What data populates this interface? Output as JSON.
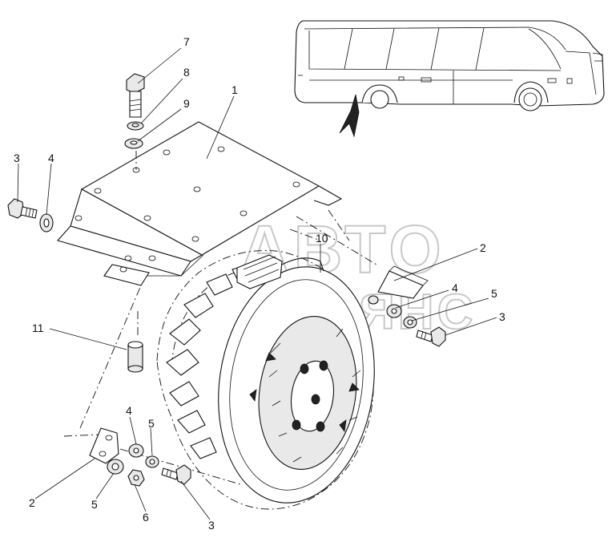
{
  "watermark": {
    "line1": "АВТО",
    "line2": "АЛЬЯНС",
    "color": "#c8c8c8"
  },
  "labels": [
    {
      "id": "callout-7",
      "text": "7"
    },
    {
      "id": "callout-8",
      "text": "8"
    },
    {
      "id": "callout-9",
      "text": "9"
    },
    {
      "id": "callout-1",
      "text": "1"
    },
    {
      "id": "callout-3-left",
      "text": "3"
    },
    {
      "id": "callout-4-left",
      "text": "4"
    },
    {
      "id": "callout-10",
      "text": "10"
    },
    {
      "id": "callout-2-right",
      "text": "2"
    },
    {
      "id": "callout-4-right",
      "text": "4"
    },
    {
      "id": "callout-5-right",
      "text": "5"
    },
    {
      "id": "callout-3-right",
      "text": "3"
    },
    {
      "id": "callout-11",
      "text": "11"
    },
    {
      "id": "callout-4-bottom",
      "text": "4"
    },
    {
      "id": "callout-5-bottom",
      "text": "5"
    },
    {
      "id": "callout-2-bottom",
      "text": "2"
    },
    {
      "id": "callout-5-bottom-left",
      "text": "5"
    },
    {
      "id": "callout-6",
      "text": "6"
    },
    {
      "id": "callout-3-bottom",
      "text": "3"
    }
  ],
  "colors": {
    "ink": "#111111",
    "part_fill": "#e9e9e9",
    "background": "#ffffff"
  }
}
